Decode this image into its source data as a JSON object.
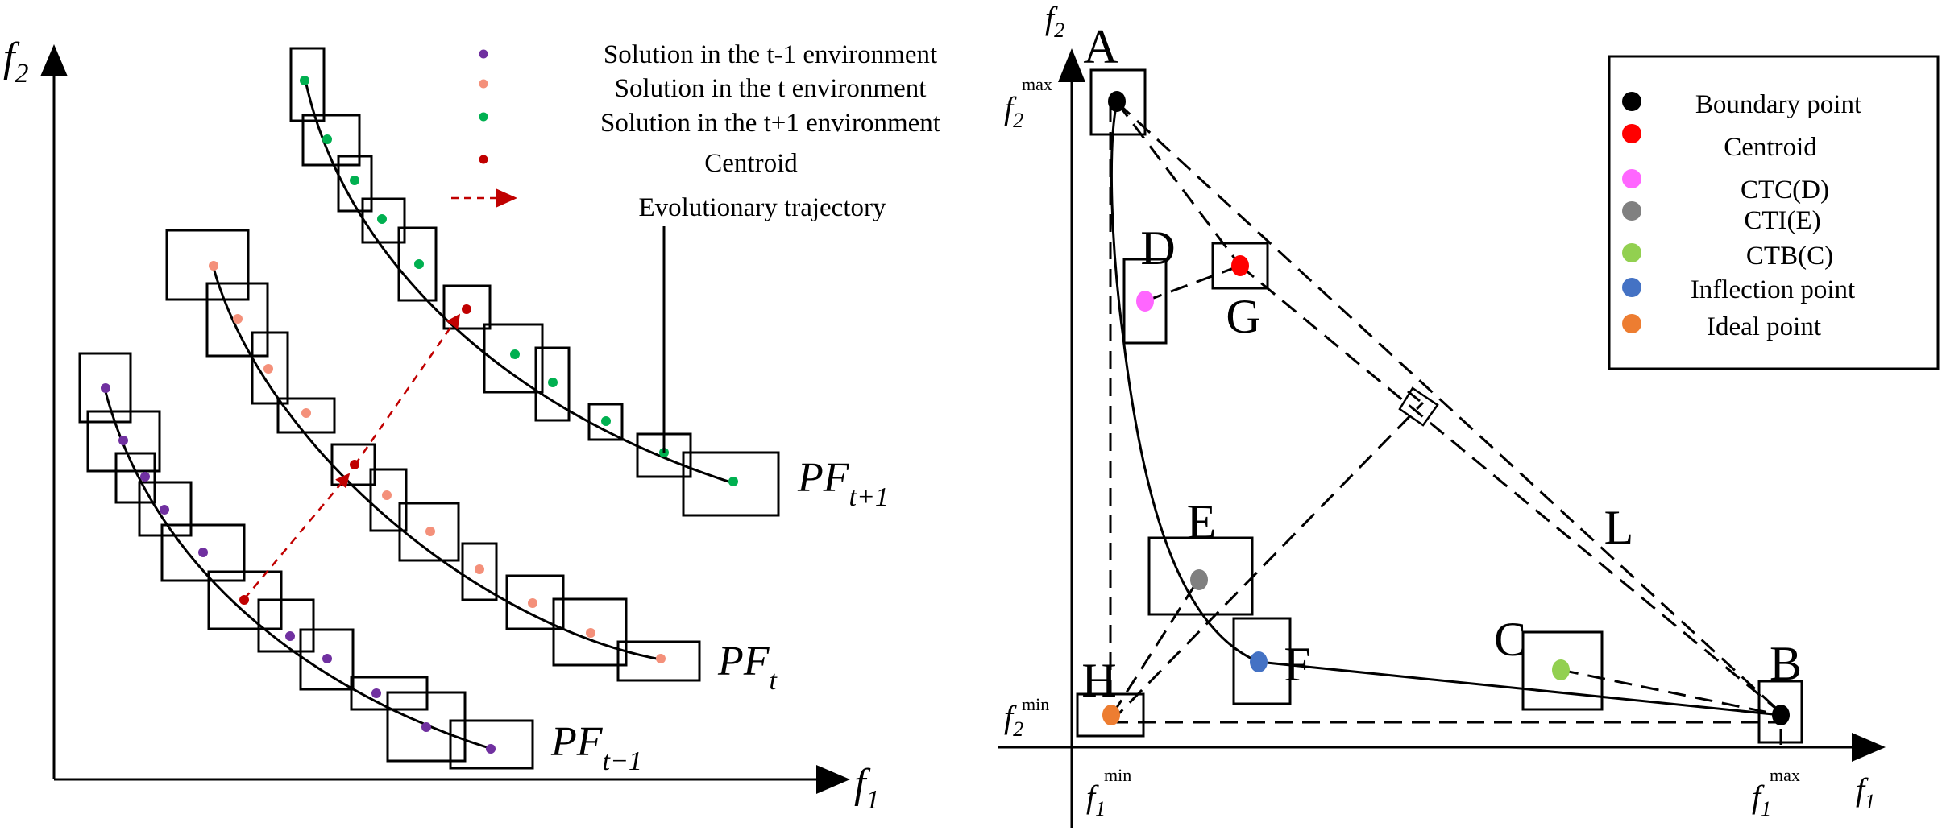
{
  "left_panel": {
    "axis_x_label": "f",
    "axis_x_sub": "1",
    "axis_y_label": "f",
    "axis_y_sub": "2",
    "legend": {
      "t_minus_1": "Solution in the t-1 environment",
      "t": "Solution in the t environment",
      "t_plus_1": "Solution in the t+1 environment",
      "centroid": "Centroid",
      "trajectory": "Evolutionary trajectory"
    },
    "curve_labels": {
      "pf_main": "PF",
      "t_minus_1_sub": "t−1",
      "t_sub": "t",
      "t_plus_1_sub": "t+1"
    }
  },
  "right_panel": {
    "axis_x_label": "f",
    "axis_x_sub": "1",
    "axis_y_label": "f",
    "axis_y_sub": "2",
    "f2_max_label": "f",
    "f2_max_sub": "2",
    "f2_max_sup": "max",
    "f2_min_label": "f",
    "f2_min_sub": "2",
    "f2_min_sup": "min",
    "f1_min_label": "f",
    "f1_min_sub": "1",
    "f1_min_sup": "min",
    "f1_max_label": "f",
    "f1_max_sub": "1",
    "f1_max_sup": "max",
    "point_labels": {
      "A": "A",
      "B": "B",
      "C": "C",
      "D": "D",
      "E": "E",
      "F": "F",
      "G": "G",
      "H": "H",
      "L": "L"
    },
    "legend": {
      "boundary": "Boundary point",
      "centroid": "Centroid",
      "ctc": "CTC(D)",
      "cti": "CTI(E)",
      "ctb": "CTB(C)",
      "inflection": "Inflection point",
      "ideal": "Ideal point"
    }
  },
  "colors": {
    "t_minus_1": "#7030a0",
    "t": "#f4907a",
    "t_plus_1": "#00b050",
    "centroid": "#c00000",
    "boundary": "#000000",
    "centroid_right": "#ff0000",
    "ctc": "#ff66ff",
    "cti": "#808080",
    "ctb": "#92d050",
    "inflection": "#4472c4",
    "ideal": "#ed7d31"
  }
}
